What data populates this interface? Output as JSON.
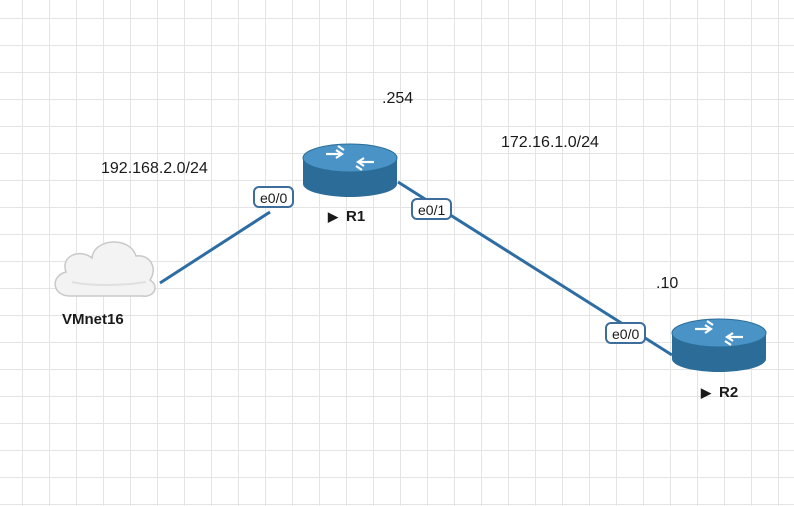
{
  "colors": {
    "link": "#2e6da4",
    "router_body": "#2b6d98",
    "router_top": "#4a93c6",
    "port_border": "#3d6e9b",
    "grid": "#e4e4e4"
  },
  "networks": {
    "left_subnet": "192.168.2.0/24",
    "right_subnet": "172.16.1.0/24"
  },
  "addresses": {
    "r1_host": ".254",
    "r2_host": ".10"
  },
  "nodes": {
    "cloud": {
      "label": "VMnet16",
      "icon": "cloud-icon"
    },
    "r1": {
      "label": "R1",
      "icon": "router-icon",
      "status_icon": "play-icon"
    },
    "r2": {
      "label": "R2",
      "icon": "router-icon",
      "status_icon": "play-icon"
    }
  },
  "ports": {
    "r1_left": "e0/0",
    "r1_right": "e0/1",
    "r2_left": "e0/0"
  }
}
